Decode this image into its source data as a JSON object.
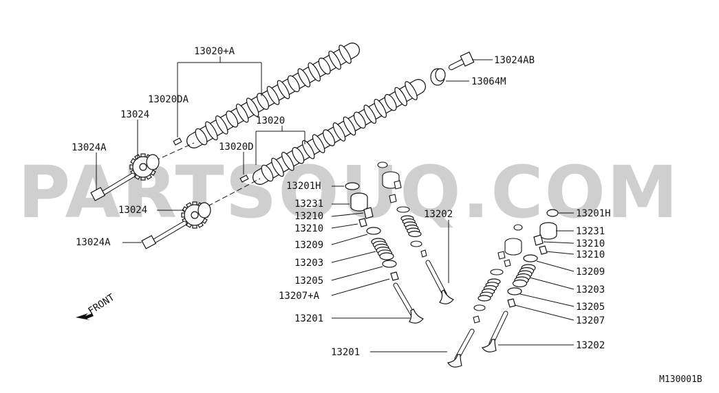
{
  "watermark": "PARTSOUQ.COM",
  "diagram_code": "M130001B",
  "front_label": "FRONT",
  "labels": {
    "camshaft_assy_a": "13020+A",
    "camshaft_assy": "13020",
    "dowel_a": "13020DA",
    "dowel": "13020D",
    "sprocket_upper": "13024",
    "sprocket_lower": "13024",
    "bolt_upper": "13024A",
    "bolt_lower": "13024A",
    "plug_bolt": "13024AB",
    "plug": "13064M",
    "seal_left": "13201H",
    "lifter_left": "13231",
    "cotter_left_1": "13210",
    "cotter_left_2": "13210",
    "retainer_left": "13209",
    "spring_left": "13203",
    "seat_left": "13205",
    "seal_left_a": "13207+A",
    "valve_left": "13201",
    "valve_center": "13202",
    "seal_right": "13201H",
    "lifter_right": "13231",
    "cotter_right_1": "13210",
    "cotter_right_2": "13210",
    "retainer_right": "13209",
    "spring_right": "13203",
    "seat_right": "13205",
    "seal_right_b": "13207",
    "valve_bottom": "13201",
    "valve_right": "13202"
  }
}
